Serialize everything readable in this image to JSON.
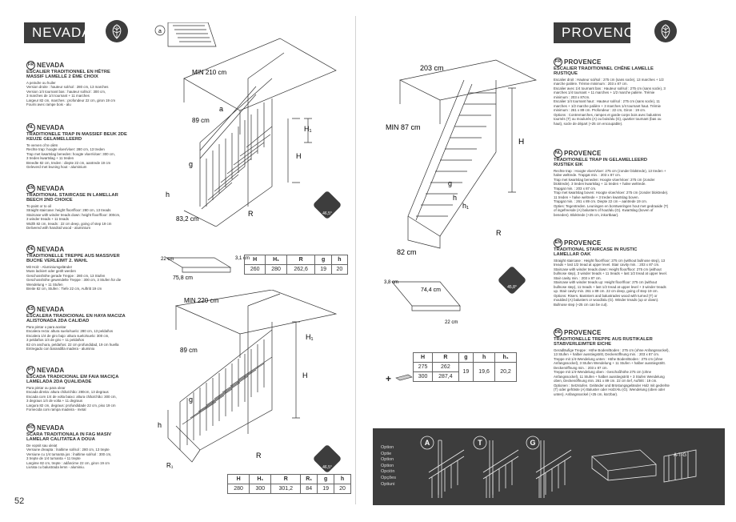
{
  "left": {
    "title": "NEVADA",
    "langs": [
      {
        "code": "FR",
        "name": "NEVADA",
        "sub": [
          "ESCALIER TRADITIONNEL EN HÊTRE",
          "MASSIF LAMELLÉ 2 ÈME CHOIX"
        ],
        "lines": [
          "A peindre ou huiler",
          "Version droite : hauteur sol/sol : 280 cm, 13 marches",
          "Version 1/4 tournant bas : hauteur sol/sol : 300 cm,",
          "3 marches de 1/4 tournant + 11 marches",
          "Largeur 82 cm, marches : profondeur 22 cm, giron 19 cm",
          "Fourni avec rampe bois - alu"
        ]
      },
      {
        "code": "NL",
        "name": "NEVADA",
        "sub": [
          "TRADITIONELE TRAP IN MASSIEF BEUK 2DE",
          "KEUZE GELAMELLEERD"
        ],
        "lines": [
          "Te verven of te oliën",
          "Rechte trap: hoogte vloer/vloer: 280 cm, 13 treden",
          "Trap met kwartslag beneden: hoogte vloer/vloer: 300 cm,",
          "3 treden kwartslag + 11 treden",
          "Breedte 82 cm, treden : diepte 22 cm, aantrede 19 cm",
          "Geleverd met leuning hout - aluminium"
        ]
      },
      {
        "code": "EN",
        "name": "NEVADA",
        "sub": [
          "TRADITIONAL STAIRCASE IN LAMELLAR",
          "BEECH 2ND CHOICE"
        ],
        "lines": [
          "To paint or to oil",
          "Straight staircase: height floor/floor: 280 cm, 13 treads",
          "Staircase with winder treads down: height floor/floor: 300cm,",
          "3 winder treads + 11 treads",
          "Width 82 cm, treads : 22 cm deep, going of step 19 cm",
          "Delivered with handrail wood - aluminium"
        ]
      },
      {
        "code": "DE",
        "name": "NEVADA",
        "sub": [
          "TRADITIONELLE TREPPE AUS MASSIVER",
          "BUCHE VERLEIMT 2. WAHL"
        ],
        "lines": [
          "Mit Holz - Aluminiumgeländer",
          "Muss lackiert oder geölt werden",
          "Geschosshöhe gerade Treppe : 280 cm, 13 Stufen",
          "Geschosshöhe gewendelte Treppe : 300 cm, 3 Stufen für die",
          "Wendelung + 11 Stufen",
          "Breite 82 cm, Stufen : Tiefe 22 cm, Auftritt 19 cm"
        ]
      },
      {
        "code": "ES",
        "name": "NEVADA",
        "sub": [
          "ESCALERA TRADICIONAL EN HAYA MACIZA",
          "ALISTONADA 2DA CALIDAD"
        ],
        "lines": [
          "Para pintar o para aceitar",
          "Escalera recta: altura suelo/suelo: 280 cm, 13 peldaños",
          "Escalera 1/4 de giro bajo: altura suelo/suelo: 300 cm,",
          "3 peldaños 1/4 de giro + 11 peldaños",
          "82 cm anchura, peldaños: 22 cm profundidad, 19 cm huella",
          "Entregado con barandilla madera - aluminio"
        ]
      },
      {
        "code": "PT",
        "name": "NEVADA",
        "sub": [
          "ESCADA TRADICIONAL EM FAIA MACIÇA",
          "LAMELADA 2DA QUALIDADE"
        ],
        "lines": [
          "Para pintar ou para olear",
          "Escada direita: altura chão/chão: 280cm, 13 degraus",
          "Escada com 1/4 de volta baixo: altura chão/chão: 300 cm,",
          "3 degraus 1/4 de volta + 11 degraus",
          "Largura 82 cm, degraus: profundidade 22 cm, piso 19 cm",
          "Fornecida com rampa madeira - metal"
        ]
      },
      {
        "code": "RO",
        "name": "NEVADA",
        "sub": [
          "SCARA TRADITIONALA IN FAG MASIV",
          "LAMELAR CALITATEA A DOUA"
        ],
        "lines": [
          "De vopsit sau uleiat",
          "Versiune dreapta : înaltime sol/sol : 280 cm, 13 trepte",
          "Versiune cu 1/4 turnanta jos : înaltime sol/sol : 300 cm,",
          "3 trepte de 1/4 turnanta + 11 trepte",
          "Largime 82 cm, trepte : adâncime 22 cm, giron 19 cm",
          "Livrata cu balustrada lemn - aluminiu."
        ]
      }
    ],
    "dims1": {
      "min": "MIN 210 cm",
      "w": "89 cm",
      "len": "83,2 cm",
      "a": "a",
      "H": "H",
      "H1": "H₁",
      "g": "g",
      "h": "h",
      "R": "R",
      "angle": "46,5°"
    },
    "detail": {
      "a": "a",
      "d22": "22 cm",
      "d758": "75,8 cm",
      "d31": "3,1 cm"
    },
    "table1": {
      "headers": [
        "H",
        "H₁",
        "R",
        "g",
        "h"
      ],
      "row": [
        "260",
        "280",
        "262,6",
        "19",
        "20"
      ]
    },
    "dims2": {
      "min": "MIN 220 cm",
      "w": "89 cm",
      "H": "H",
      "H1": "H₁",
      "g": "g",
      "h": "h",
      "R": "R",
      "R1": "R₁",
      "angle": "46,5°"
    },
    "table2": {
      "headers": [
        "H",
        "H₁",
        "R",
        "R₁",
        "g",
        "h"
      ],
      "row": [
        "280",
        "300",
        "301,2",
        "84",
        "19",
        "20"
      ]
    },
    "page_number": "52"
  },
  "right": {
    "title": "PROVENCE",
    "langs": [
      {
        "code": "FR",
        "name": "PROVENCE",
        "sub": [
          "ESCALIER TRADITIONNEL CHÊNE LAMELLE",
          "RUSTIQUE"
        ],
        "lines": [
          "Escalier droit : Hauteur sol/sol : 275 cm (sans socle), 13 marches + 1/2",
          "marche palière. Trémie minimum : 203 x 87 cm.",
          "Escalier avec 1/4 tournant bas : Hauteur sol/sol : 275 cm (sans socle), 3",
          "marches 1/4 tournant + 11 marches + 1/2 marche palière. Trémie",
          "minimum : 203 x 87cm.",
          "Escalier 1/4 tournant haut : Hauteur sol/sol : 275 cm (sans socle), 11",
          "marches + 1/2 marche palière + 3 marches 1/4 tournant haut. Trémie",
          "minimum : 261 x 89 cm. Profondeur : 22 cm, Giron : 19 cm.",
          "Options : Contremarches, rampes et garde-corps bois avec balustres",
          "tournés (T) ou moulurés (A) ou bois/alu (G), quartier tournant (bas ou",
          "haut), socle de départ (+25 cm encoupable)."
        ]
      },
      {
        "code": "NL",
        "name": "PROVENCE",
        "sub": [
          "TRADITIONELE TRAP IN GELAMELLEERD",
          "RUSTIEK EIK"
        ],
        "lines": [
          "Rechte trap : Hoogte vloer/vloer: 275 cm (zonder bloktrede), 13 treden +",
          "halve weltrede. Trapgat min. : 203 x 87 cm.",
          "Trap met kwartslag beneden: Hoogte vloer/vloer: 275 cm (zonder",
          "bloktrede). 3 treden kwartslag + 11 treden + halve weltrede.",
          "Trapgat min. : 203 x 87 cm.",
          "Trap met kwartslag boven: Hoogte vloer/vloer: 275 cm (zonder bloktrede).",
          "11 treden + halve weltrede + 3 treden kwartslag boven.",
          "Trapgat min. : 261 x 89 cm. Diepte 22 cm – aantrede 19 cm.",
          "Opties: Tegentreden. Leuningen en borstweringen hout met gedraaide (T)",
          "of ingefreesde (A) balusters of hout/alu (G). Kwartslag (boven of",
          "beneden). Bloktrede (+25 cm, inkortbaar)."
        ]
      },
      {
        "code": "EN",
        "name": "PROVENCE",
        "sub": [
          "TRADITIONAL STAIRCASE IN RUSTIC",
          "LAMELLAR OAK"
        ],
        "lines": [
          "Straight staircase : Height floor/floor: 275 cm (without bullnose step), 13",
          "treads + last 1/2 tread at upper level. Stair cavity min. : 203 x 87 cm.",
          "Staircase with winder treads down: Height floor/floor: 275 cm (without",
          "bullnose step), 3 winder treads + 11 treads + last 1/2 tread at upper level.",
          "Stair cavity min. : 203 x 87 cm.",
          "Staircase with winder treads up: Height floor/floor: 275 cm (without",
          "bullnose step), 11 treads + last 1/2 tread at upper level + 3 winder treads",
          "up. Stair cavity min. 261 x 89 cm. 22 cm deep, going of step 19 cm.",
          "Options: Risers. Banisters and balustrades wood with turned (T) or",
          "moulded (A) balusters or wood/alu (G). Winder treads (up or down).",
          "Bullnose step (+25 cm can be cut)."
        ]
      },
      {
        "code": "DE",
        "name": "PROVENCE",
        "sub": [
          "TRADITIONELLE TREPPE AUS RUSTIKALER",
          "STABVERLEIMTER EICHE"
        ],
        "lines": [
          "Geradläufige Treppe : Höhe Boden/Boden : 275 cm (ohne Anfangssockel),",
          "13 Stufen + halber ausstiegstritt, Deckenöffnung min. : 203 x 87 cm.",
          "Treppe mit 1/4-Wendelung unten : Höhe Boden/Boden : 275 cm (ohne",
          "Anfangssockel), 3 Stufen Wendelung + 11 Stufen + halber ausstiegstritt.",
          "Deckenöffnung min. : 203 x 87 cm.",
          "Treppe mit 1/4-Wendelung oben : Geschoßhöhe 275 cm (ohne",
          "Anfangssockel), 11 Stufen + halber ausstiegstritt + 3 Stufen Wendelung",
          "oben, Deckenöffnung min. 261 x 89 cm. 22 cm tief, Auftritt : 19 cm.",
          "Optionen : Setzstufen. Geländer und Brüstungsgeländer Holz mit gedrehte",
          "(T) oder gefräste (A) Baluster oder Holz/Alu (G). Wendelung (oben oder",
          "unten). Anfangssockel (+25 cm, kürzbar)."
        ]
      }
    ],
    "dims": {
      "w203": "203 cm",
      "min87": "MIN 87 cm",
      "w82": "82 cm",
      "H": "H",
      "h1": "h₁",
      "h": "h",
      "g": "g",
      "R": "R",
      "angle": "45,8°"
    },
    "detail": {
      "d38": "3,8 cm",
      "d744": "74,4 cm",
      "d22": "22 cm"
    },
    "table": {
      "headers": [
        "H",
        "R",
        "g",
        "h",
        "h₁"
      ],
      "rows": [
        [
          "275",
          "262"
        ],
        [
          "300",
          "287,4"
        ]
      ],
      "shared": [
        "19",
        "19,6",
        "20,2"
      ],
      "plus": "+"
    },
    "options": {
      "labels": [
        "Option",
        "Optie",
        "Option",
        "Option",
        "Opción",
        "Opções",
        "Optiuni"
      ],
      "letters": [
        "A",
        "T",
        "G"
      ],
      "atg": "A-T-G"
    }
  }
}
